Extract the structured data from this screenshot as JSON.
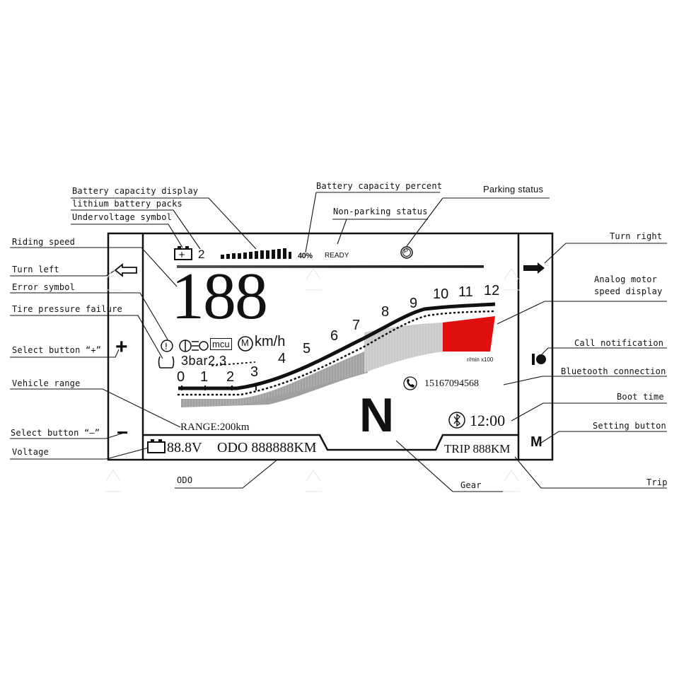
{
  "callouts": {
    "battery_capacity_display": "Battery capacity display",
    "lithium_battery_packs": "lithium battery packs",
    "undervoltage_symbol": "Undervoltage symbol",
    "battery_capacity_percent": "Battery capacity percent",
    "non_parking_status": "Non-parking status",
    "parking_status": "Parking status",
    "riding_speed": "Riding speed",
    "turn_left": "Turn left",
    "error_symbol": "Error symbol",
    "tire_pressure_failure": "Tire pressure failure",
    "select_button_plus": "Select button “+”",
    "vehicle_range": "Vehicle range",
    "select_button_minus": "Select button “–”",
    "voltage": "Voltage",
    "odo": "ODO",
    "turn_right": "Turn right",
    "analog_motor_speed_display_line1": "Analog motor",
    "analog_motor_speed_display_line2": "speed display",
    "call_notification": "Call notification",
    "bluetooth_connection": "Bluetooth connection",
    "boot_time": "Boot time",
    "setting_button": "Setting button",
    "gear": "Gear",
    "trip": "Trip"
  },
  "display": {
    "battery_packs": "2",
    "battery_bars": 12,
    "battery_percent": "40%",
    "ready": "READY",
    "parking_symbol": "P",
    "speed": "188",
    "speed_unit": "km/h",
    "mcu_label": "mcu",
    "motor_icon_letter": "M",
    "tire_pressure": "3bar2.3",
    "rpm_ticks": [
      "0",
      "1",
      "2",
      "3",
      "4",
      "5",
      "6",
      "7",
      "8",
      "9",
      "10",
      "11",
      "12"
    ],
    "rpm_multiplier": "r/min x100",
    "phone_number": "15167094568",
    "clock": "12:00",
    "range": "RANGE:200km",
    "gear": "N",
    "voltage": "88.8V",
    "odo": "ODO 888888KM",
    "trip": "TRIP 888KM",
    "button_plus": "+",
    "button_minus": "−",
    "button_m": "M"
  },
  "colors": {
    "accent_red": "#e01010",
    "ink": "#111111",
    "gauge_gray": "#a8a8a8"
  },
  "icons": [
    "battery-icon",
    "turn-left-arrow-icon",
    "turn-right-arrow-icon",
    "error-icon",
    "headlight-icon",
    "light-icon",
    "mcu-icon",
    "motor-icon",
    "tire-pressure-icon",
    "phone-icon",
    "bluetooth-icon",
    "call-notification-icon",
    "parking-icon"
  ]
}
